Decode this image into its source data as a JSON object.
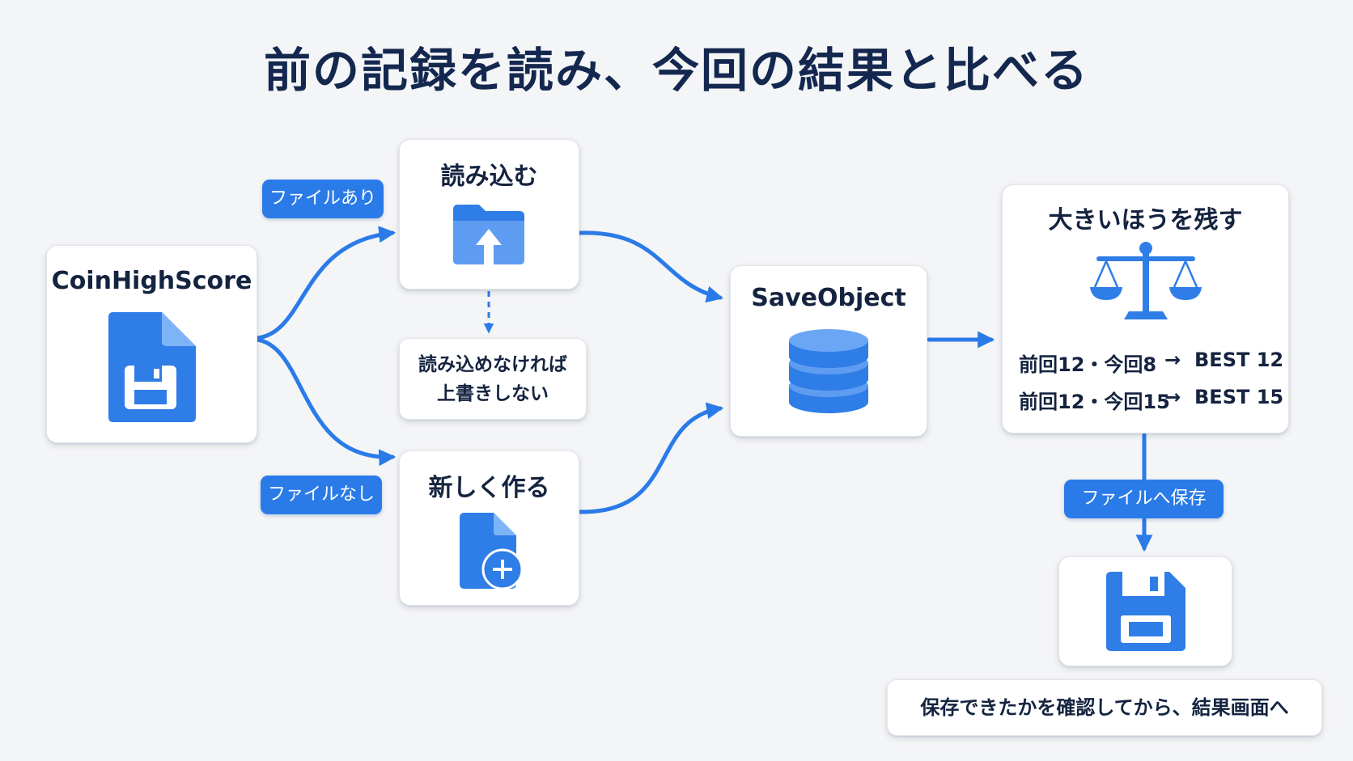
{
  "title": "前の記録を読み、今回の結果と比べる",
  "source": {
    "label": "CoinHighScore",
    "icon": "save-file-icon"
  },
  "branches": {
    "exists_label": "ファイルあり",
    "missing_label": "ファイルなし"
  },
  "load": {
    "label": "読み込む",
    "icon": "folder-upload-icon"
  },
  "load_fail_note": {
    "line1": "読み込めなければ",
    "line2": "上書きしない"
  },
  "create": {
    "label": "新しく作る",
    "icon": "new-file-icon"
  },
  "save_object": {
    "label": "SaveObject",
    "icon": "database-icon"
  },
  "compare": {
    "label": "大きいほうを残す",
    "icon": "balance-scale-icon",
    "rows": [
      {
        "input": "前回12・今回8",
        "arrow": "→",
        "result": "BEST 12"
      },
      {
        "input": "前回12・今回15",
        "arrow": "→",
        "result": "BEST 15"
      }
    ]
  },
  "save_step": {
    "label": "ファイルへ保存",
    "icon": "floppy-disk-icon"
  },
  "footer_note": "保存できたかを確認してから、結果画面へ",
  "colors": {
    "accent": "#2a7be8",
    "text": "#14233f",
    "background": "#f4f5f7"
  }
}
